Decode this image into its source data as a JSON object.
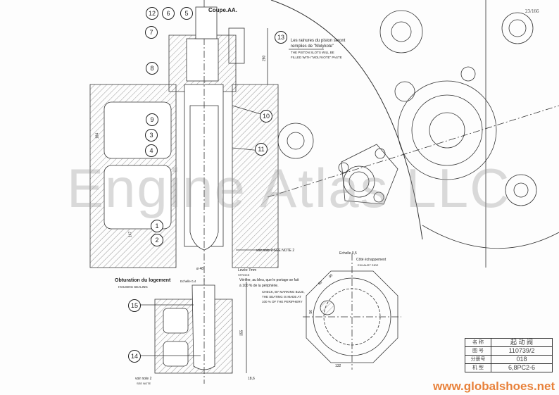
{
  "page_number": "23/166",
  "watermark": "Engine Atlas LLC",
  "watermark_url": "www.globalshoes.net",
  "section_title": "Coupe.AA.",
  "notes": {
    "n13_fr1": "Les rainures du piston seront",
    "n13_fr2": "remplies de \"Molykote\"",
    "n13_en1": "THE PISTON SLOTS WILL BE",
    "n13_en2": "FILLED WITH \"MOLYKOTE\" PASTE",
    "voir_note2": "voir note 2  SEE NOTE 2",
    "levee_fr": "Levée 7mm",
    "levee_en": "STROKE",
    "verif_fr1": "Vérifier, au bleu, que le portage se fait",
    "verif_fr2": "à 100 % de la périphérie.",
    "verif_en1": "CHECK, BY MARKING BLUE,",
    "verif_en2": "THE SEATING IS MADE AT",
    "verif_en3": "100 % OF THE PERIPHERY",
    "obturation_fr": "Obturation du logement",
    "obturation_scale": "Echelle 0,4",
    "obturation_en": "HOUSING SEALING",
    "echelle": "Echelle 0,5",
    "cote_fr": "Côté échappement",
    "cote_en": "EXHAUST SIDE",
    "voir_note2b": "voir note 2",
    "see_note": "SEE NOTE"
  },
  "dimensions": {
    "d48": "ø 48",
    "d184": "184",
    "d147": "147",
    "d355": "355",
    "d186": "18,6",
    "d132": "132",
    "d56": "56",
    "d60": "60",
    "d90": "90",
    "d280": "280"
  },
  "balloons": [
    "12",
    "6",
    "5",
    "7",
    "8",
    "9",
    "3",
    "4",
    "1",
    "2",
    "10",
    "11",
    "13",
    "15",
    "14"
  ],
  "title_block": [
    {
      "label": "名 称",
      "value": "起 动 阀"
    },
    {
      "label": "图 号",
      "value": "110739/2"
    },
    {
      "label": "分册号",
      "value": "018"
    },
    {
      "label": "机 型",
      "value": "6,8PC2-6"
    }
  ]
}
